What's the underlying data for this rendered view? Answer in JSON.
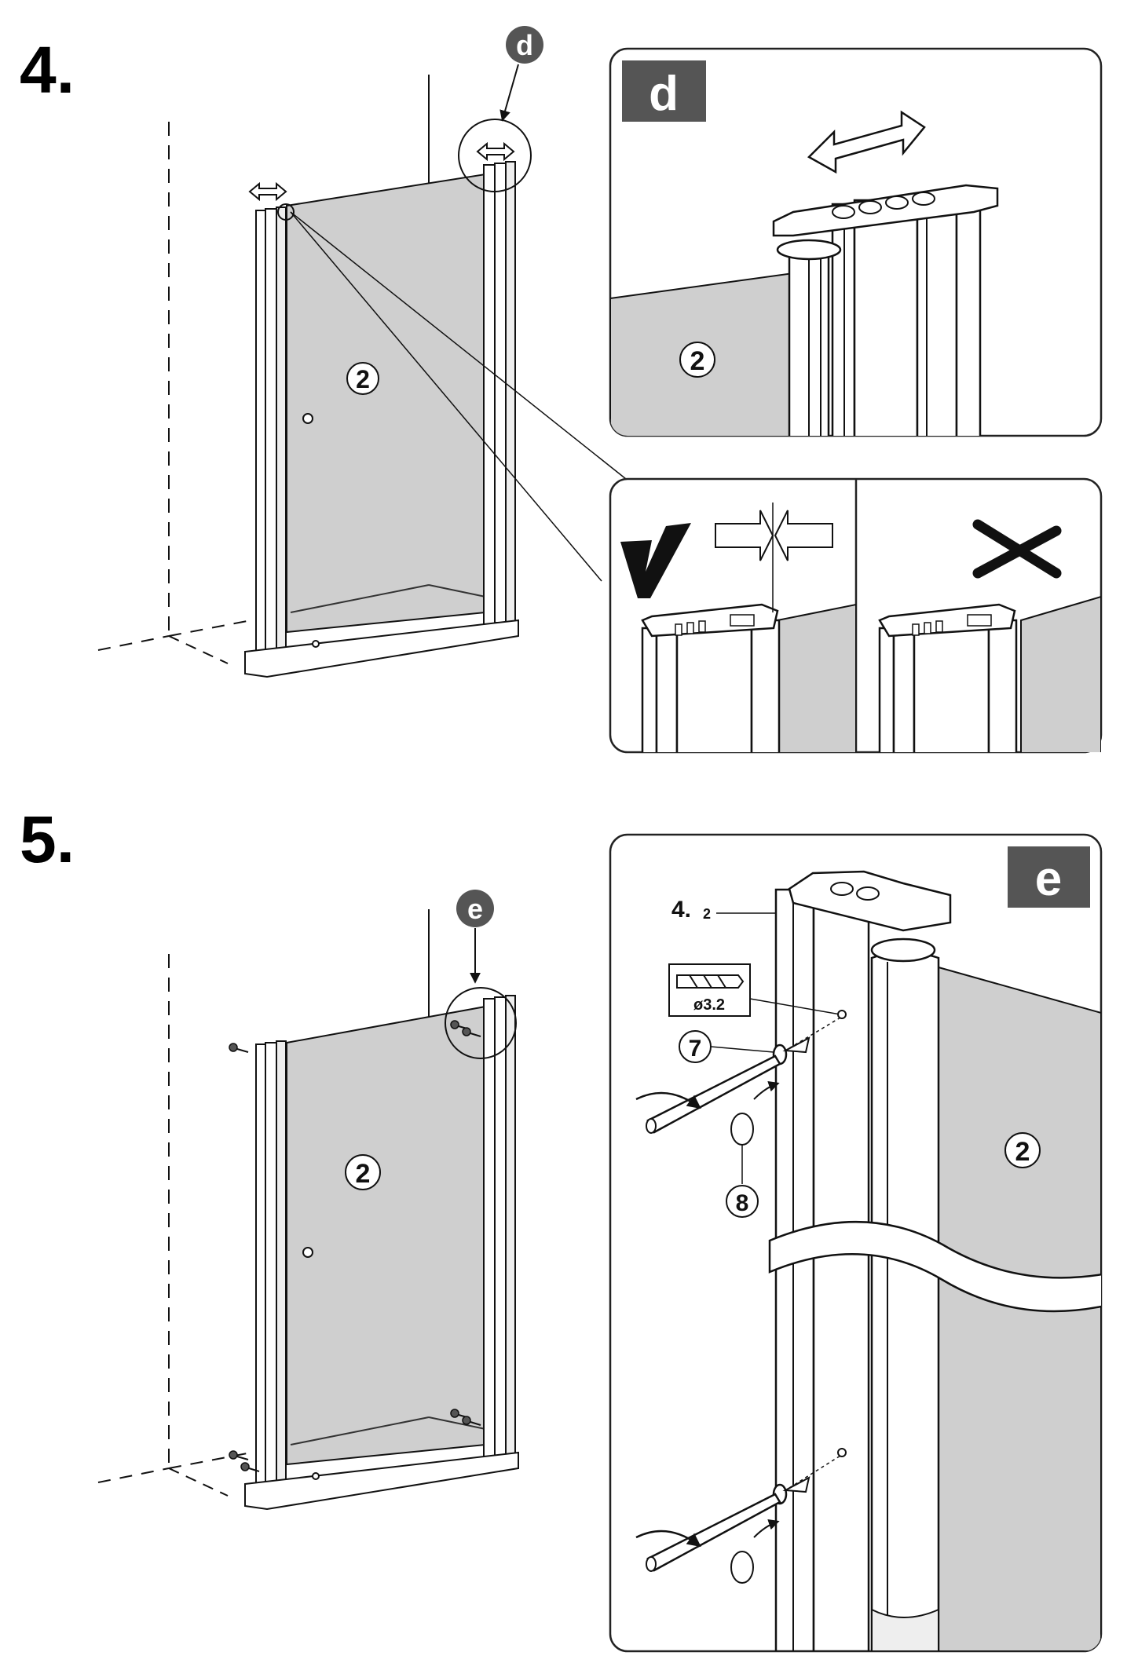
{
  "steps": [
    {
      "number": "4."
    },
    {
      "number": "5."
    }
  ],
  "callouts": {
    "d": "d",
    "e": "e"
  },
  "labels": {
    "glass_panel": "2",
    "screw": "7",
    "cap": "8",
    "profile_ref": "4.",
    "profile_sub": "2",
    "drill_size": "ø3.2"
  },
  "marks": {
    "correct": "correct-check-mark",
    "wrong": "wrong-cross-mark"
  },
  "colors": {
    "glass": "#cfcfcf",
    "line": "#111111",
    "callout_fill": "#555555",
    "panel_border": "#222222"
  }
}
